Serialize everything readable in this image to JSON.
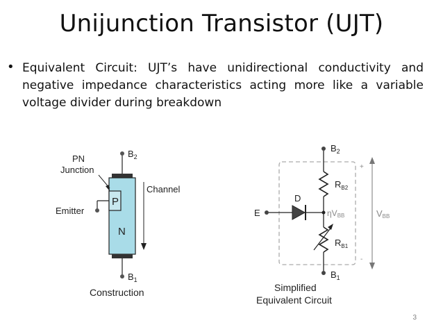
{
  "slide": {
    "title": "Unijunction Transistor (UJT)",
    "bullet_text": "Equivalent Circuit: UJT’s have unidirectional conductivity and negative impedance characteristics acting more like a variable voltage divider during breakdown",
    "page_number": "3"
  },
  "construction": {
    "terminal_b2": "B",
    "terminal_b2_sub": "2",
    "terminal_b1": "B",
    "terminal_b1_sub": "1",
    "pn_label_1": "PN",
    "pn_label_2": "Junction",
    "emitter_label": "Emitter",
    "channel_label": "Channel",
    "p_label": "P",
    "n_label": "N",
    "caption": "Construction",
    "colors": {
      "body": "#a9dce8",
      "outline": "#222222"
    }
  },
  "equivalent": {
    "terminal_b2": "B",
    "terminal_b2_sub": "2",
    "terminal_b1": "B",
    "terminal_b1_sub": "1",
    "rb2_label": "R",
    "rb2_sub": "B2",
    "rb1_label": "R",
    "rb1_sub": "B1",
    "diode_label": "D",
    "emitter_label": "E",
    "eta_vbb": "ηV",
    "eta_vbb_sub": "BB",
    "vbb_label": "V",
    "vbb_sub": "BB",
    "plus_sign": "+",
    "minus_sign": "-",
    "caption_1": "Simplified",
    "caption_2": "Equivalent Circuit"
  }
}
